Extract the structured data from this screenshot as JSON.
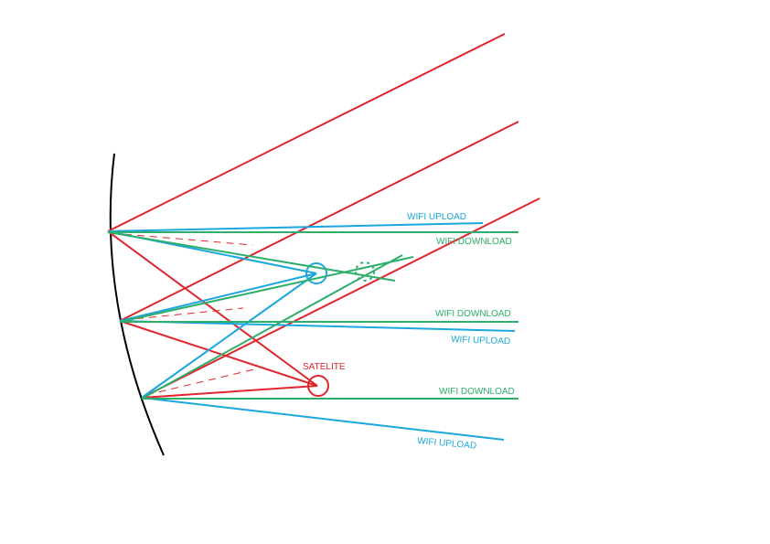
{
  "colors": {
    "red": "#e0252d",
    "blue": "#1aa6de",
    "green": "#2eae6a",
    "black": "#000000"
  },
  "labels": {
    "wifi_upload_1": "WIFI UPLOAD",
    "wifi_download_1": "WIFI DOWNLOAD",
    "wifi_download_2": "WIFI DOWNLOAD",
    "wifi_upload_2": "WIFI UPLOAD",
    "satelite": "SATELITE",
    "wifi_download_3": "WIFI DOWNLOAD",
    "wifi_upload_3": "WIFI UPLOAD"
  }
}
